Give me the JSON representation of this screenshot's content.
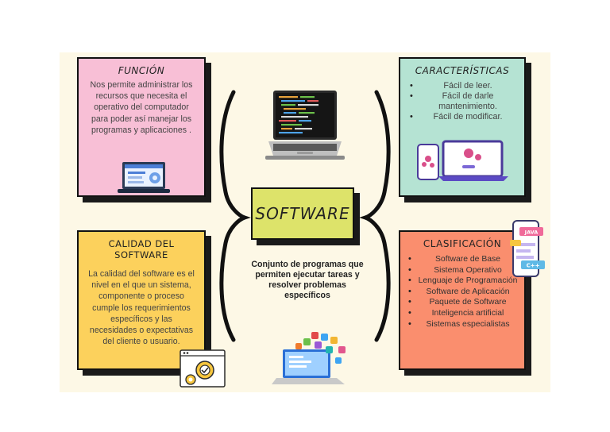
{
  "center": {
    "title": "SOFTWARE"
  },
  "definition": "Conjunto de programas que permiten ejecutar tareas y resolver problemas específicos",
  "funcion": {
    "title": "FUNCIÓN",
    "text": "Nos permite administrar los recursos que necesita el operativo del computador para poder así manejar los programas y aplicaciones ."
  },
  "caracteristicas": {
    "title": "CARACTERÍSTICAS",
    "items": [
      "Fácil de leer.",
      "Fácil de darle mantenimiento.",
      "Fácil de modificar."
    ]
  },
  "calidad": {
    "title": "CALIDAD DEL SOFTWARE",
    "text": "La calidad del software es el nivel en el que un sistema, componente o proceso cumple los requerimientos específicos y las necesidades o expectativas del cliente o usuario."
  },
  "clasificacion": {
    "title": "CLASIFICACIÓN",
    "items": [
      "Software de Base",
      "Sistema Operativo",
      "Lenguaje de Programación",
      "Software de Aplicación",
      "Paquete de Software",
      "Inteligencia artificial",
      "Sistemas especialistas"
    ]
  },
  "badges": {
    "java": "JAVA",
    "cpp": "C++"
  },
  "colors": {
    "pink": "#f8bfd6",
    "mint": "#b5e3d3",
    "yellow": "#fcd15c",
    "salmon": "#fa8e6e",
    "lime": "#dde36a",
    "background": "#fdf8e6"
  }
}
